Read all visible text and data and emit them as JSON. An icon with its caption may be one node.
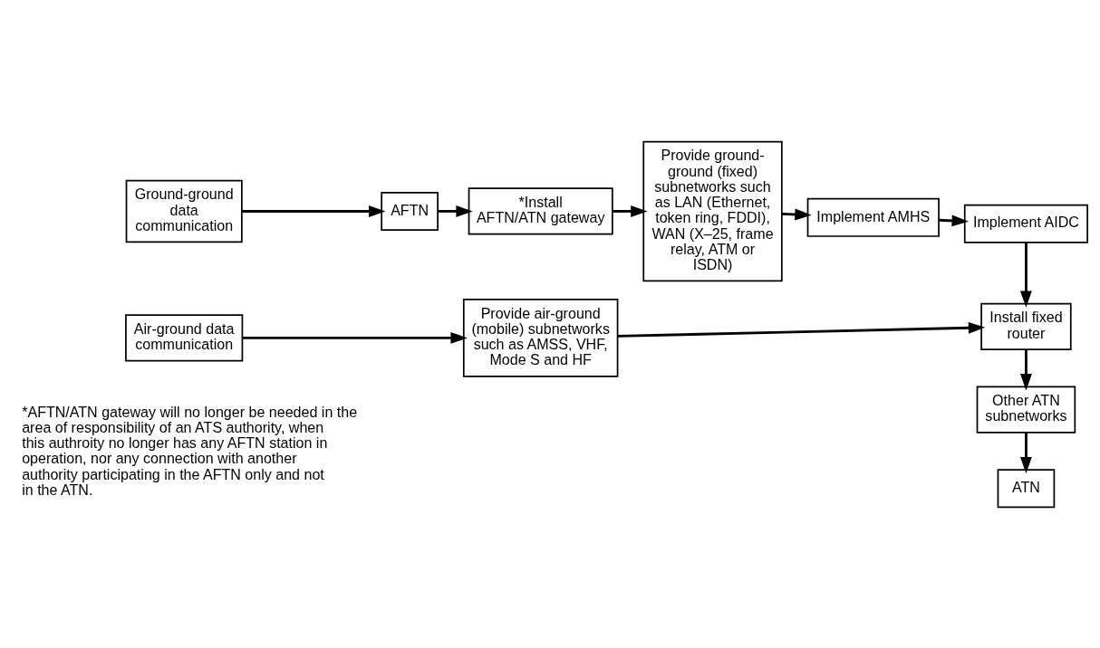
{
  "diagram": {
    "nodes": [
      {
        "text": [
          "Ground-ground data communication"
        ]
      },
      {
        "text": [
          "AFTN"
        ]
      },
      {
        "text": [
          "*Install AFTN/ATN gateway"
        ]
      },
      {
        "text": [
          "Provide ground-ground (fixed) subnetworks such as LAN (Ethernet, token ring, FDDI), WAN (X–25, frame relay, ATM or ISDN)"
        ]
      },
      {
        "text": [
          "Implement AMHS"
        ]
      },
      {
        "text": [
          "Implement AIDC"
        ]
      },
      {
        "text": [
          "Air-ground data communication"
        ]
      },
      {
        "text": [
          "Provide air-ground (mobile) subnetworks such as AMSS, VHF, Mode S and HF"
        ]
      },
      {
        "text": [
          "Install fixed router"
        ]
      },
      {
        "text": [
          "Other ATN subnetworks"
        ]
      },
      {
        "text": [
          "ATN"
        ]
      }
    ],
    "edges": [
      {
        "from": 0,
        "to": 1,
        "arrow": "to"
      },
      {
        "from": 1,
        "to": 2,
        "arrow": "to"
      },
      {
        "from": 2,
        "to": 3,
        "arrow": "to"
      },
      {
        "from": 3,
        "to": 4,
        "arrow": "to"
      },
      {
        "from": 4,
        "to": 5,
        "arrow": "to"
      },
      {
        "from": 5,
        "to": 8,
        "arrow": "to"
      },
      {
        "from": 6,
        "to": 7,
        "arrow": "to"
      },
      {
        "from": 7,
        "to": 8,
        "arrow": "to"
      },
      {
        "from": 8,
        "to": 9,
        "arrow": "to"
      },
      {
        "from": 9,
        "to": 10,
        "arrow": "to"
      }
    ],
    "labels": [
      "*AFTN/ATN gateway will no longer be needed in the area of responsibility of an ATS authority, when this authroity no longer has any AFTN station in operation, nor any connection with another authority participating in the AFTN only and not in the ATN."
    ]
  }
}
